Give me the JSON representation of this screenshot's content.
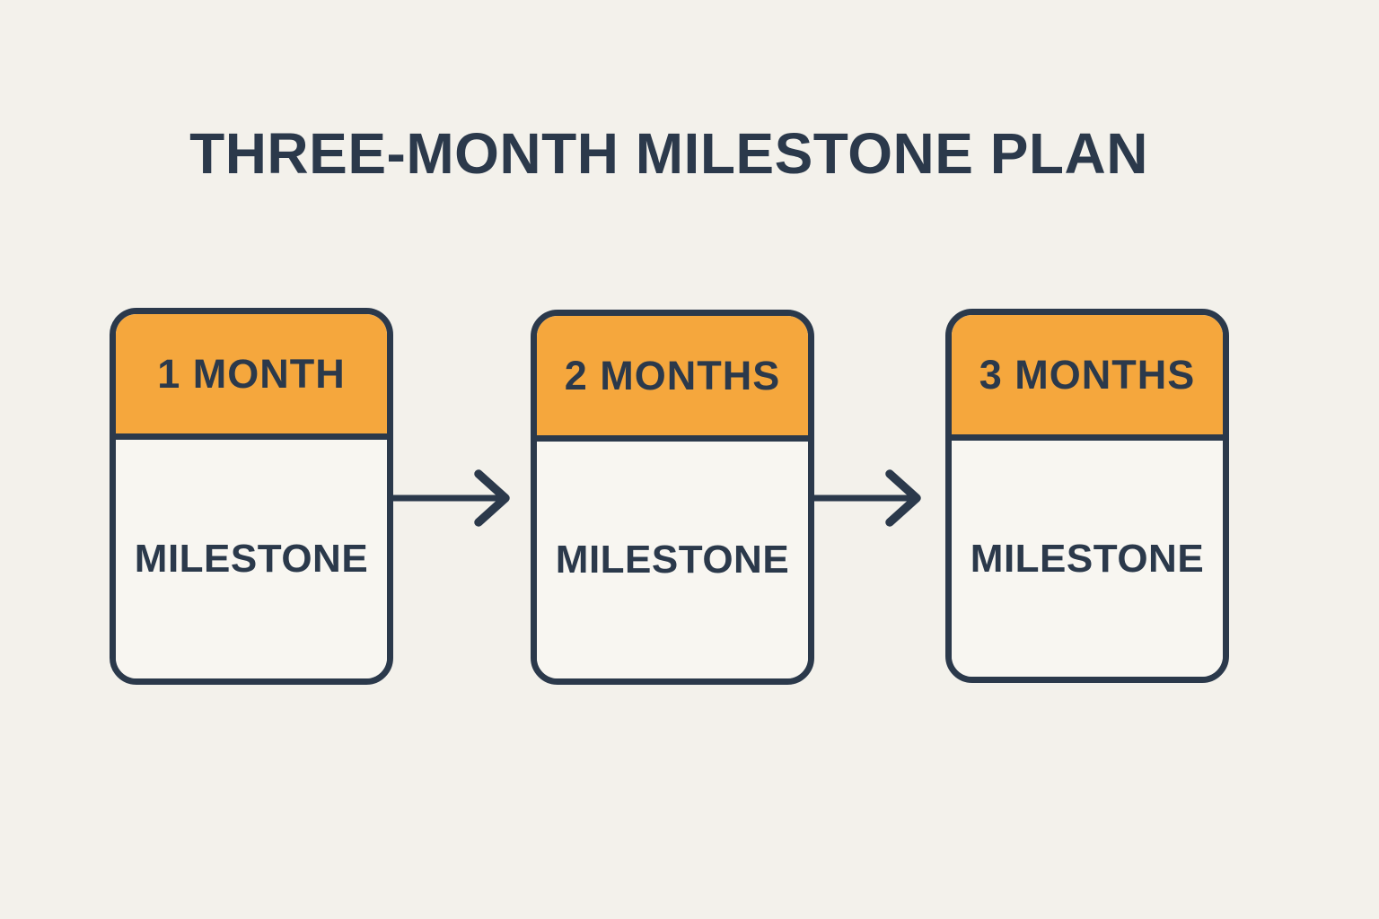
{
  "title": "THREE-MONTH MILESTONE PLAN",
  "colors": {
    "background": "#F3F1EB",
    "card_body": "#F8F6F1",
    "accent_orange": "#F5A73D",
    "navy": "#2B394B"
  },
  "cards": [
    {
      "duration_label": "1 MONTH",
      "milestone_label": "MILESTONE"
    },
    {
      "duration_label": "2 MONTHS",
      "milestone_label": "MILESTONE"
    },
    {
      "duration_label": "3 MONTHS",
      "milestone_label": "MILESTONE"
    }
  ],
  "arrows": [
    {
      "name": "arrow-month1-to-month2"
    },
    {
      "name": "arrow-month2-to-month3"
    }
  ]
}
